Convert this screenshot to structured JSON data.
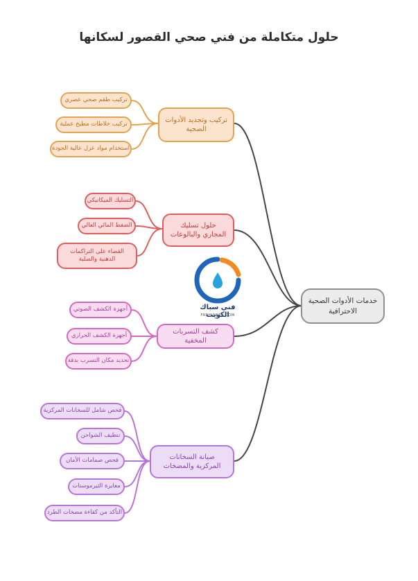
{
  "title": "حلول متكاملة من فني صحي القصور لسكانها",
  "root": "خدمات الأدوات الصحية الاحترافية",
  "logo": {
    "name": "فني سباك الكويت",
    "url": "FANISABAK.COM"
  },
  "branches": [
    {
      "label": "تركيب وتجديد الأدوات الصحية",
      "color": "#e3a24e",
      "children": [
        "تركيب طقم صحي عصري",
        "تركيب خلاطات مطبخ عملية",
        "استخدام مواد عزل عالية الجودة"
      ]
    },
    {
      "label": "حلول تسليك المجاري والبالوعات",
      "color": "#de5d5d",
      "children": [
        "التسليك الميكانيكي",
        "الضغط المائي العالي",
        "القضاء على التراكمات الدهنية والصلبة"
      ]
    },
    {
      "label": "كشف التسربات المخفية",
      "color": "#d567c0",
      "children": [
        "أجهزة الكشف الصوتي",
        "أجهزة الكشف الحراري",
        "تحديد مكان التسرب بدقة"
      ]
    },
    {
      "label": "صيانة السخانات المركزية والمضخات",
      "color": "#b774d8",
      "children": [
        "فحص شامل للسخانات المركزية",
        "تنظيف الشواحن",
        "فحص صمامات الأمان",
        "معايرة الثيرموستات",
        "التأكد من كفاءة مضخات الطرد"
      ]
    }
  ],
  "link_color": "#444444"
}
